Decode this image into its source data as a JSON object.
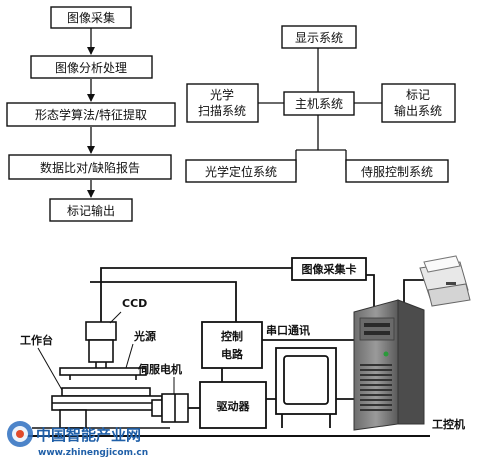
{
  "flow": {
    "steps": [
      "图像采集",
      "图像分析处理",
      "形态学算法/特征提取",
      "数据比对/缺陷报告",
      "标记输出"
    ]
  },
  "system": {
    "center": "主机系统",
    "top": "显示系统",
    "left_line1": "光学",
    "left_line2": "扫描系统",
    "right_line1": "标记",
    "right_line2": "输出系统",
    "bottom_left": "光学定位系统",
    "bottom_right": "侍服控制系统"
  },
  "hardware": {
    "capture_card": "图像采集卡",
    "ccd": "CCD",
    "light_source": "光源",
    "workbench": "工作台",
    "control_line1": "控制",
    "control_line2": "电路",
    "serial": "串口通讯",
    "servo_motor": "伺服电机",
    "driver": "驱动器",
    "ipc": "工控机"
  },
  "watermark": {
    "logo_text": "中国智能产业网",
    "url": "www.zhinengjicom.cn"
  }
}
